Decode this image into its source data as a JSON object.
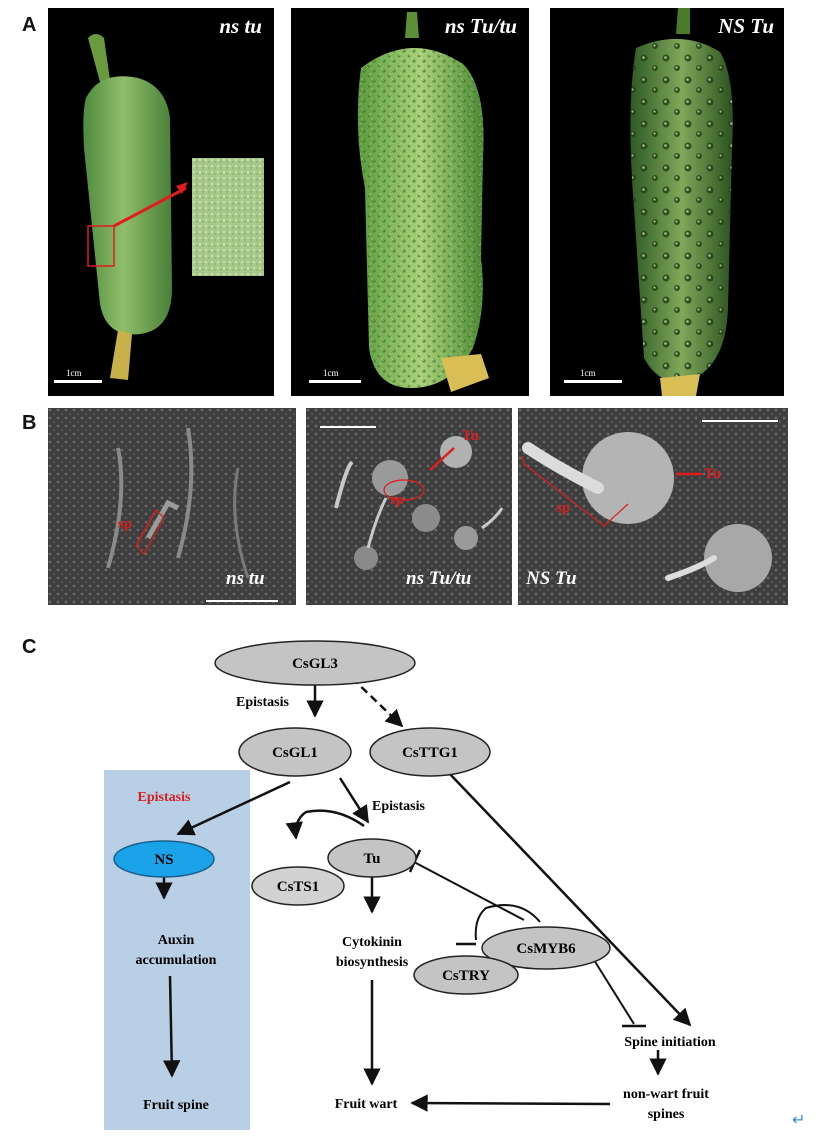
{
  "panel_a": {
    "letter": "A",
    "photos": [
      {
        "genotype": "ns tu",
        "scale": "1cm"
      },
      {
        "genotype": "ns Tu/tu",
        "scale": "1cm"
      },
      {
        "genotype": "NS Tu",
        "scale": "1cm"
      }
    ]
  },
  "panel_b": {
    "letter": "B",
    "images": [
      {
        "genotype": "ns tu",
        "marks": [
          "sp"
        ]
      },
      {
        "genotype": "ns Tu/tu",
        "marks": [
          "Tu",
          "sp"
        ]
      },
      {
        "genotype": "NS Tu",
        "marks": [
          "sp",
          "Tu"
        ]
      }
    ]
  },
  "panel_c": {
    "letter": "C",
    "nodes": {
      "csgl3": "CsGL3",
      "csgl1": "CsGL1",
      "csttg1": "CsTTG1",
      "ns": "NS",
      "tu": "Tu",
      "csts1": "CsTS1",
      "csmyb6": "CsMYB6",
      "cstry": "CsTRY"
    },
    "labels": {
      "epistasis_top": "Epistasis",
      "epistasis_red": "Epistasis",
      "epistasis_right": "Epistasis",
      "auxin_1": "Auxin",
      "auxin_2": "accumulation",
      "fruit_spine": "Fruit spine",
      "cytokinin_1": "Cytokinin",
      "cytokinin_2": "biosynthesis",
      "fruit_wart": "Fruit wart",
      "spine_initiation": "Spine initiation",
      "nonwart_1": "non-wart fruit",
      "nonwart_2": "spines"
    },
    "colors": {
      "node_fill": "#c4c4c4",
      "ns_fill": "#1aa3e8",
      "highlight_box": "#b9cfe6",
      "red_label": "#d42020"
    }
  },
  "return_glyph": "↵"
}
